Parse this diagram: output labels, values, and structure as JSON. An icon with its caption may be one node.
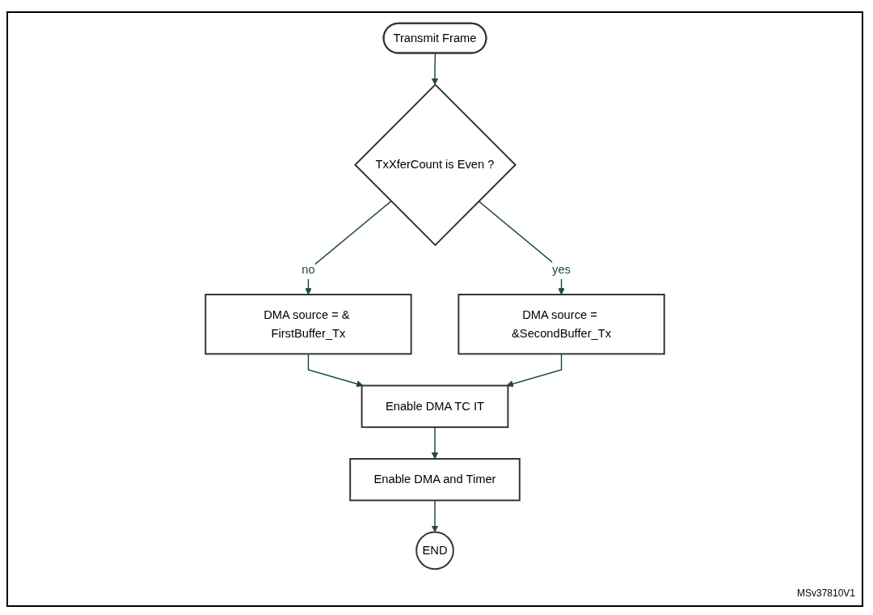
{
  "diagram": {
    "nodes": [
      {
        "text": [
          "Transmit Frame"
        ]
      },
      {
        "text": [
          "TxXferCount is Even ?"
        ]
      },
      {
        "text": [
          "DMA source = & FirstBuffer_Tx"
        ]
      },
      {
        "text": [
          "DMA source = &SecondBuffer_Tx"
        ]
      },
      {
        "text": [
          "Enable DMA TC IT"
        ]
      },
      {
        "text": [
          "Enable DMA and Timer"
        ]
      },
      {
        "text": [
          "END"
        ]
      }
    ],
    "edges": [
      {
        "from": 0,
        "to": 1,
        "arrow": "to"
      },
      {
        "from": 1,
        "to": 2,
        "arrow": "to",
        "label": "no"
      },
      {
        "from": 1,
        "to": 3,
        "arrow": "to",
        "label": "yes"
      },
      {
        "from": 2,
        "to": 4,
        "arrow": "to"
      },
      {
        "from": 3,
        "to": 4,
        "arrow": "to"
      },
      {
        "from": 4,
        "to": 5,
        "arrow": "to"
      },
      {
        "from": 5,
        "to": 6,
        "arrow": "to"
      }
    ],
    "labels": [
      "MSv37810V1"
    ]
  }
}
